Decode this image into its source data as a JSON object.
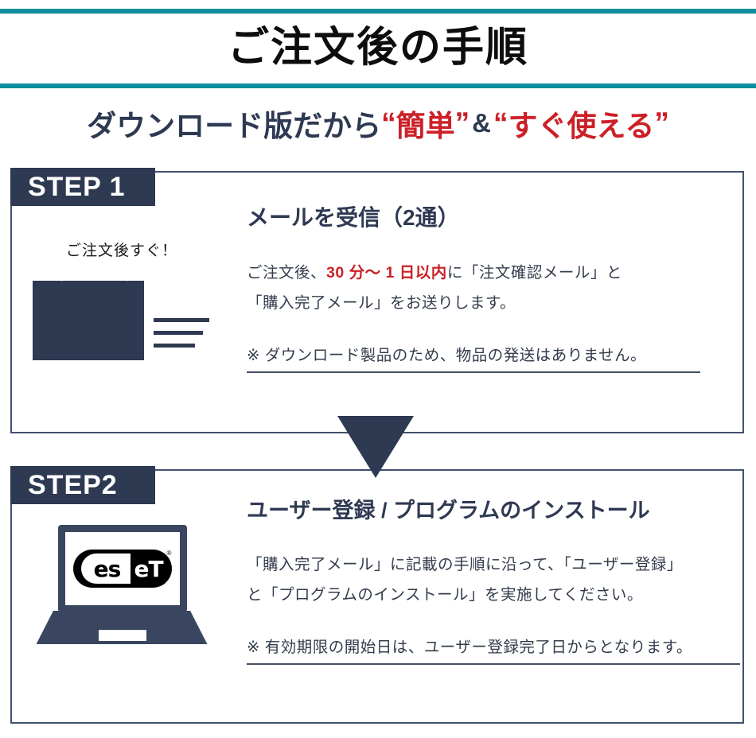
{
  "header": {
    "title": "ご注文後の手順",
    "subtitle": {
      "lead": "ダウンロード版だから",
      "quote_open": "“",
      "emph1": "簡単",
      "quote_close": "”",
      "amp": "&",
      "emph2": "すぐ使える"
    },
    "rule_color": "#0f8e9b"
  },
  "theme": {
    "navy": "#2e3952",
    "border": "#41506e",
    "red": "#cc2027",
    "teal": "#0f8e9b",
    "text": "#333c4c"
  },
  "steps": [
    {
      "badge": "STEP 1",
      "caption": "ご注文後すぐ！",
      "icon": "envelope-icon",
      "heading": "メールを受信（2通）",
      "body": [
        {
          "parts": [
            {
              "text": "ご注文後、",
              "emphasis": false
            },
            {
              "text": "30 分〜 1 日以内",
              "emphasis": true
            },
            {
              "text": "に「注文確認メール」と",
              "emphasis": false
            }
          ]
        },
        {
          "parts": [
            {
              "text": "「購入完了メール」をお送りします。",
              "emphasis": false
            }
          ]
        }
      ],
      "note": "※ ダウンロード製品のため、物品の発送はありません。"
    },
    {
      "badge": "STEP2",
      "caption": "",
      "icon": "laptop-eset-icon",
      "heading": "ユーザー登録 / プログラムのインストール",
      "body": [
        {
          "parts": [
            {
              "text": "「購入完了メール」に記載の手順に沿って、「ユーザー登録」",
              "emphasis": false
            }
          ]
        },
        {
          "parts": [
            {
              "text": "と「プログラムのインストール」を実施してください。",
              "emphasis": false
            }
          ]
        }
      ],
      "note": "※ 有効期限の開始日は、ユーザー登録完了日からとなります。"
    }
  ],
  "eset_logo": {
    "left_text": "es",
    "right_text": "eT",
    "registered_mark": "®"
  },
  "arrow": {
    "name": "down-arrow",
    "color": "#2e3952"
  }
}
